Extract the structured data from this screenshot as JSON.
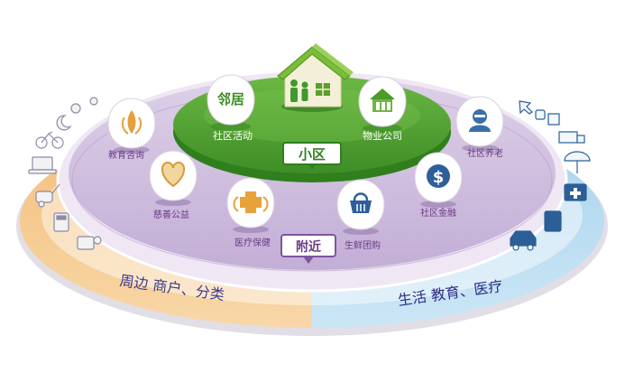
{
  "colors": {
    "outer_left": "#f6c98d",
    "outer_right": "#b6dcf1",
    "inner_ring": "#eee4f1",
    "purple_field": "#c7b2d8",
    "purple_deep": "#7d569e",
    "green_top": "#55a335",
    "green_dark": "#2f7f1d",
    "pin_text": "#6b3b85",
    "left_text": "#3a3a8c",
    "right_text": "#2c2c84"
  },
  "center_house": {
    "icon": "house-icon"
  },
  "labels": {
    "community": "小区",
    "nearby": "附近",
    "periphery": "周边 商户、分类",
    "life": "生活 教育、医疗"
  },
  "pins": [
    {
      "id": "neighbors",
      "badge": "邻居",
      "icon": "neighbor-text-badge",
      "label": "社区活动"
    },
    {
      "id": "property",
      "icon": "building-icon",
      "label": "物业公司"
    },
    {
      "id": "education",
      "icon": "wheat-icon",
      "label": "教育咨询"
    },
    {
      "id": "elderly",
      "icon": "elder-icon",
      "label": "社区养老"
    },
    {
      "id": "charity",
      "icon": "heart-icon",
      "label": "慈善公益"
    },
    {
      "id": "finance",
      "icon": "dollar-icon",
      "label": "社区金融"
    },
    {
      "id": "healthcare",
      "icon": "medical-cross-icon",
      "label": "医疗保健"
    },
    {
      "id": "grocery",
      "icon": "shopping-basket-icon",
      "label": "生鲜团购"
    }
  ],
  "left_icons": [
    "moon-icon",
    "tennis-icon",
    "apple-icon",
    "bicycle-icon",
    "laptop-icon",
    "vacuum-icon",
    "calculator-icon",
    "shop-service-icon"
  ],
  "right_icons": [
    "plane-icon",
    "cup-icon",
    "gift-icon",
    "truck-icon",
    "umbrella-icon",
    "first-aid-icon",
    "book-icon",
    "car-icon"
  ]
}
